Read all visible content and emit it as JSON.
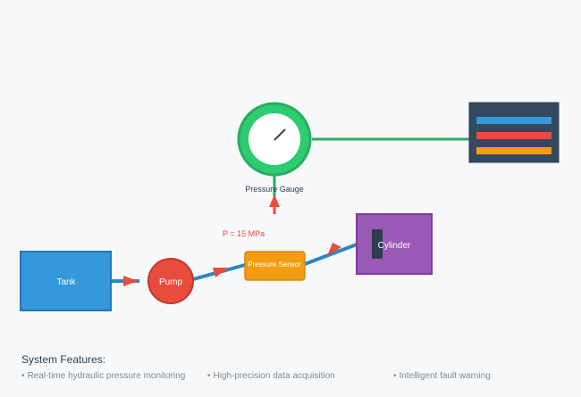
{
  "nodes": {
    "tank": {
      "label": "Tank",
      "color": "#3498db"
    },
    "pump": {
      "label": "Pump",
      "color": "#e74c3c"
    },
    "sensor": {
      "label": "Pressure Sensor",
      "color": "#f39c12"
    },
    "cylinder": {
      "label": "Cylinder",
      "color": "#9b59b6"
    },
    "gauge": {
      "label": "Pressure Gauge",
      "color": "#2ecc71"
    },
    "display": {
      "color": "#34495e",
      "bars": [
        "#3498db",
        "#e74c3c",
        "#f39c12"
      ]
    }
  },
  "pressure_reading": "P = 15 MPa",
  "colors": {
    "pipe": "#2e86c1",
    "arrow": "#e74c3c",
    "signal": "#27ae60"
  },
  "features": {
    "title": "System Features:",
    "items": [
      "Real-time hydraulic pressure monitoring",
      "High-precision data acquisition",
      "Intelligent fault warning"
    ]
  }
}
